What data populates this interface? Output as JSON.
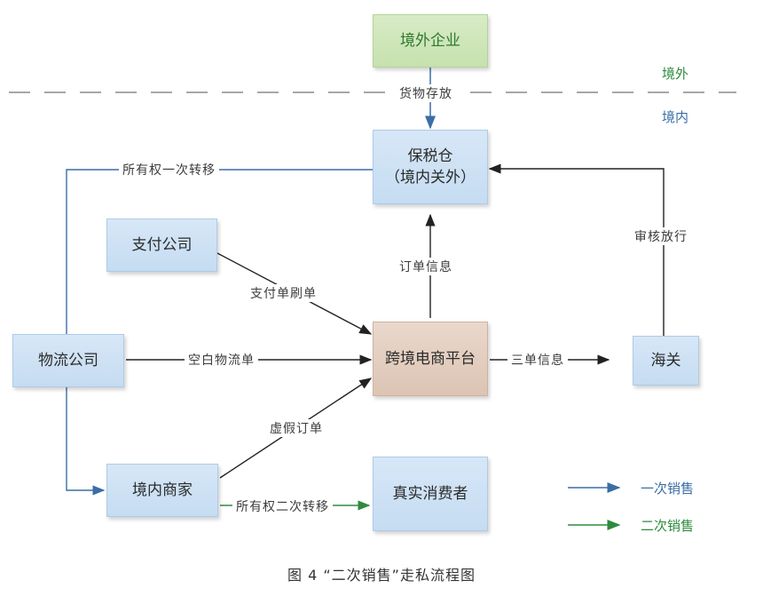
{
  "nodes": {
    "foreign_enterprise": "境外企业",
    "bonded_warehouse_line1": "保税仓",
    "bonded_warehouse_line2": "（境内关外）",
    "payment_company": "支付公司",
    "logistics_company": "物流公司",
    "platform": "跨境电商平台",
    "customs": "海关",
    "domestic_merchant": "境内商家",
    "real_consumer": "真实消费者"
  },
  "zones": {
    "overseas": "境外",
    "domestic": "境内"
  },
  "edges": {
    "goods_storage": "货物存放",
    "ownership_first": "所有权一次转移",
    "order_info": "订单信息",
    "review_release": "审核放行",
    "payment_fake": "支付单刷单",
    "blank_waybill": "空白物流单",
    "three_docs": "三单信息",
    "fake_order": "虚假订单",
    "ownership_second": "所有权二次转移"
  },
  "legend": {
    "first_sale": "一次销售",
    "second_sale": "二次销售"
  },
  "caption": "图 4 “二次销售”走私流程图",
  "colors": {
    "first_sale": "#3a6ea5",
    "second_sale": "#2e8b3d",
    "zone_overseas": "#2e8b3d",
    "zone_domestic": "#3a6ea5"
  }
}
